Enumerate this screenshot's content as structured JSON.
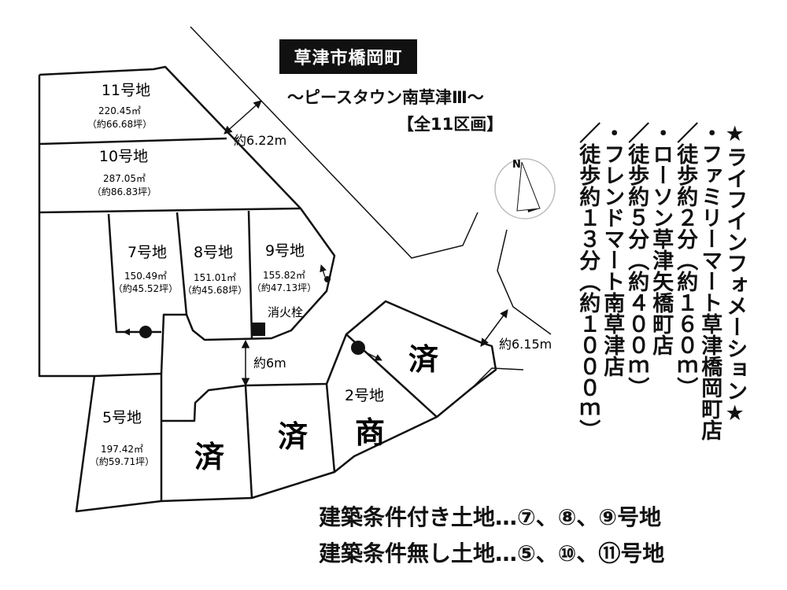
{
  "title": "草津市橋岡町",
  "subtitle": "～ピースタウン南草津Ⅲ～",
  "lot_count": "【全11区画】",
  "lots": [
    {
      "name": "11号地",
      "area": "220.45㎡",
      "tsubo": "（約66.68坪）"
    },
    {
      "name": "10号地",
      "area": "287.05㎡",
      "tsubo": "（約86.83坪）"
    },
    {
      "name": "7号地",
      "area": "150.49㎡",
      "tsubo": "（約45.52坪）"
    },
    {
      "name": "8号地",
      "area": "151.01㎡",
      "tsubo": "（約45.68坪）"
    },
    {
      "name": "9号地",
      "area": "155.82㎡",
      "tsubo": "（約47.13坪）"
    },
    {
      "name": "5号地",
      "area": "197.42㎡",
      "tsubo": "（約59.71坪）"
    },
    {
      "name": "2号地"
    }
  ],
  "status_labels": {
    "sold": "済",
    "commercial": "商"
  },
  "dimensions": {
    "road_north": "約6.22m",
    "road_center": "約6m",
    "road_east": "約6.15m"
  },
  "hydrant_label": "消火栓",
  "compass_label": "N",
  "info": {
    "heading": "★ライフインフォメーション★",
    "lines": [
      "・ファミリーマート草津橋岡町店",
      "／徒歩約２分（約１６０ｍ）",
      "・ローソン草津矢橋町店",
      "／徒歩約５分（約４００ｍ）",
      "・フレンドマート南草津店",
      "／徒歩約１３分（約１０００ｍ）"
    ]
  },
  "conditions": {
    "with_conditions": "建築条件付き土地…⑦、⑧、⑨号地",
    "without_conditions": "建築条件無し土地…⑤、⑩、⑪号地"
  }
}
